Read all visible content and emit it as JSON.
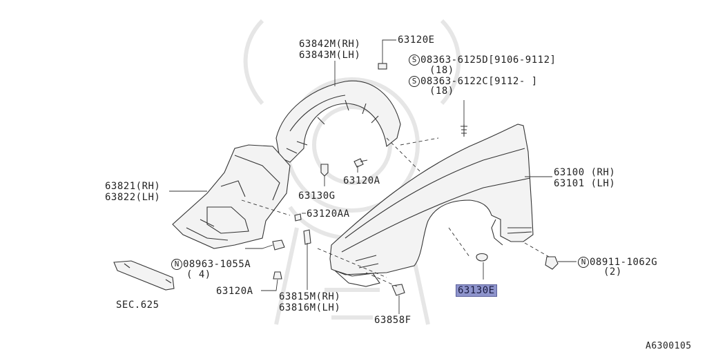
{
  "parts": {
    "splash_guard_upper_rh": "63842M(RH)",
    "splash_guard_upper_lh": "63843M(LH)",
    "clip_top": "63120E",
    "screw_a_code": "08363-6125D",
    "screw_a_range": "[9106-9112]",
    "screw_a_qty": "(18)",
    "screw_b_code": "08363-6122C",
    "screw_b_range": "[9112-     ]",
    "screw_b_qty": "(18)",
    "screw_prefix": "S",
    "fender_rh": "63100 (RH)",
    "fender_lh": "63101 (LH)",
    "protector_rh": "63821(RH)",
    "protector_lh": "63822(LH)",
    "grommet_g": "63130G",
    "clip_a_upper": "63120A",
    "clip_aa": "63120AA",
    "nut_prefix": "N",
    "nut_a_code": "08963-1055A",
    "nut_a_qty": "( 4)",
    "clip_a_lower": "63120A",
    "section_ref": "SEC.625",
    "seal_rh": "63815M(RH)",
    "seal_lh": "63816M(LH)",
    "grommet_e": "63130E",
    "nut_b_code": "08911-1062G",
    "nut_b_qty": "(2)",
    "clip_f": "63858F"
  },
  "diagram_id": "A6300105"
}
